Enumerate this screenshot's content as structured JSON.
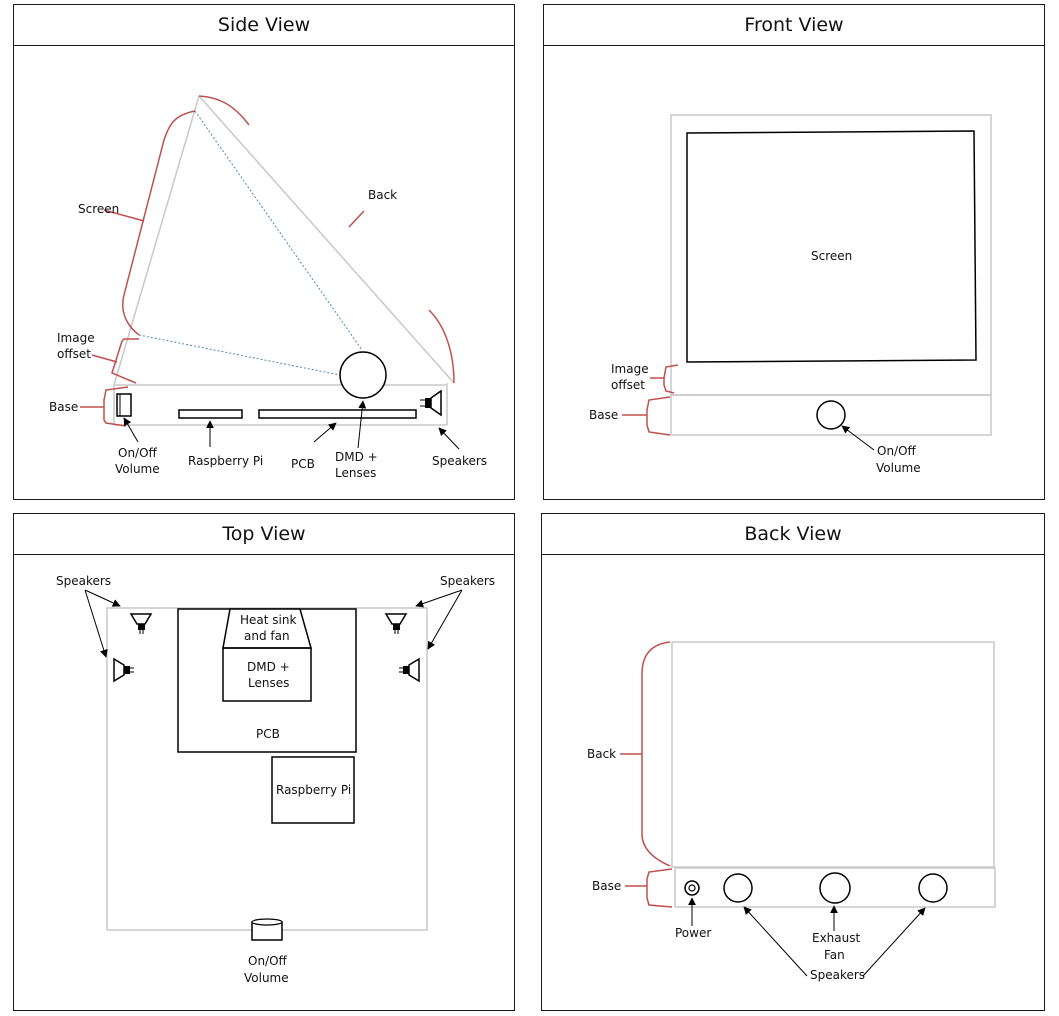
{
  "panels": {
    "side": {
      "title": "Side View",
      "labels": {
        "screen": "Screen",
        "back": "Back",
        "image_offset_1": "Image",
        "image_offset_2": "offset",
        "base": "Base",
        "onoff_1": "On/Off",
        "onoff_2": "Volume",
        "raspberry_pi": "Raspberry Pi",
        "pcb": "PCB",
        "dmd_1": "DMD +",
        "dmd_2": "Lenses",
        "speakers": "Speakers"
      }
    },
    "front": {
      "title": "Front View",
      "labels": {
        "screen": "Screen",
        "image_offset_1": "Image",
        "image_offset_2": "offset",
        "base": "Base",
        "onoff_1": "On/Off",
        "onoff_2": "Volume"
      }
    },
    "top": {
      "title": "Top View",
      "labels": {
        "speakers_left": "Speakers",
        "speakers_right": "Speakers",
        "heatsink_1": "Heat sink",
        "heatsink_2": "and fan",
        "dmd_1": "DMD +",
        "dmd_2": "Lenses",
        "pcb": "PCB",
        "raspberry_pi": "Raspberry Pi",
        "onoff_1": "On/Off",
        "onoff_2": "Volume"
      }
    },
    "back": {
      "title": "Back View",
      "labels": {
        "back": "Back",
        "base": "Base",
        "power": "Power",
        "exhaust_1": "Exhaust",
        "exhaust_2": "Fan",
        "speakers": "Speakers"
      }
    }
  },
  "colors": {
    "bracket": "#c0504d",
    "outline": "#c8c8c8",
    "dotted": "#4a8bb5",
    "ink": "#000000"
  }
}
